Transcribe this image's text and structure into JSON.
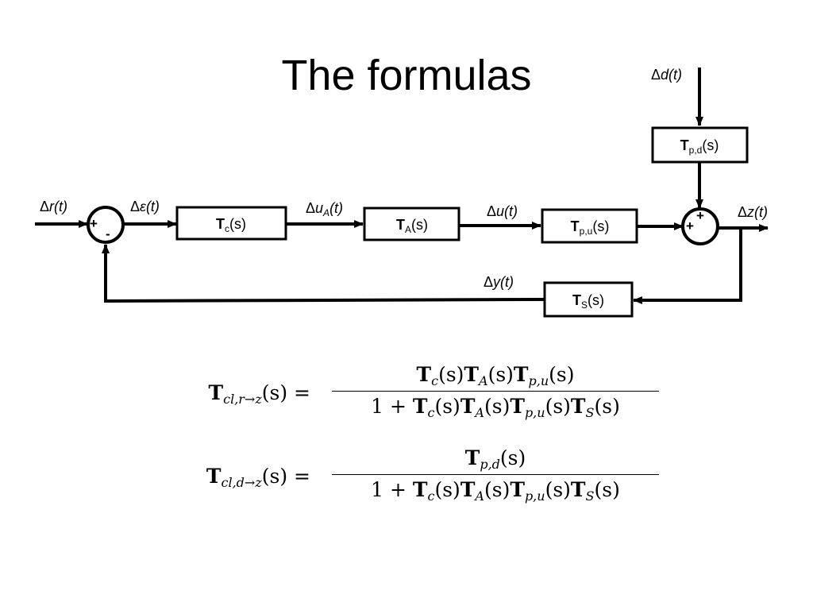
{
  "title": "The formulas",
  "diagram": {
    "inputs": {
      "reference": [
        "Δ",
        "r(t)"
      ],
      "disturbance": [
        "Δ",
        "d(t)"
      ]
    },
    "signals": {
      "error": [
        "Δ",
        "ε(t)"
      ],
      "actuator_cmd": [
        "Δ",
        "u",
        "A",
        "(t)"
      ],
      "control": [
        "Δ",
        "u(t)"
      ],
      "output": [
        "Δ",
        "z(t)"
      ],
      "measurement": [
        "Δ",
        "y(t)"
      ]
    },
    "blocks": {
      "controller": [
        "T",
        "c",
        "(s)"
      ],
      "actuator": [
        "T",
        "A",
        "(s)"
      ],
      "plant": [
        "T",
        "p,u",
        "(s)"
      ],
      "disturbance_path": [
        "T",
        "p,d",
        "(s)"
      ],
      "sensor": [
        "T",
        "S",
        "(s)"
      ]
    },
    "summing_junctions": {
      "left": {
        "plus": "+",
        "minus": "-"
      },
      "right": {
        "plus_left": "+",
        "plus_top": "+"
      }
    }
  },
  "formulas": [
    {
      "lhs": [
        "T",
        "cl,r→z",
        "(s) ="
      ],
      "numerator": [
        [
          "T",
          "c",
          "(s)"
        ],
        [
          "T",
          "A",
          "(s)"
        ],
        [
          "T",
          "p,u",
          "(s)"
        ]
      ],
      "denominator_prefix": "1 + ",
      "denominator": [
        [
          "T",
          "c",
          "(s)"
        ],
        [
          "T",
          "A",
          "(s)"
        ],
        [
          "T",
          "p,u",
          "(s)"
        ],
        [
          "T",
          "S",
          "(s)"
        ]
      ]
    },
    {
      "lhs": [
        "T",
        "cl,d→z",
        "(s) ="
      ],
      "numerator": [
        [
          "T",
          "p,d",
          "(s)"
        ]
      ],
      "denominator_prefix": "1 + ",
      "denominator": [
        [
          "T",
          "c",
          "(s)"
        ],
        [
          "T",
          "A",
          "(s)"
        ],
        [
          "T",
          "p,u",
          "(s)"
        ],
        [
          "T",
          "S",
          "(s)"
        ]
      ]
    }
  ]
}
